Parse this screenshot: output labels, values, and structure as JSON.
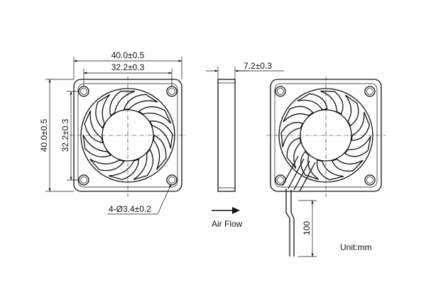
{
  "labels": {
    "outer_width": "40.0±0.5",
    "hole_spacing_width": "32.2±0.3",
    "outer_height": "40.0±0.5",
    "hole_spacing_height": "32.2±0.3",
    "thickness": "7.2±0.3",
    "holes": "4-Ø3.4±0.2",
    "air_flow": "Air Flow",
    "lead_length": "100",
    "unit": "Unit:mm"
  },
  "colors": {
    "line": "#111111",
    "background": "#ffffff"
  }
}
